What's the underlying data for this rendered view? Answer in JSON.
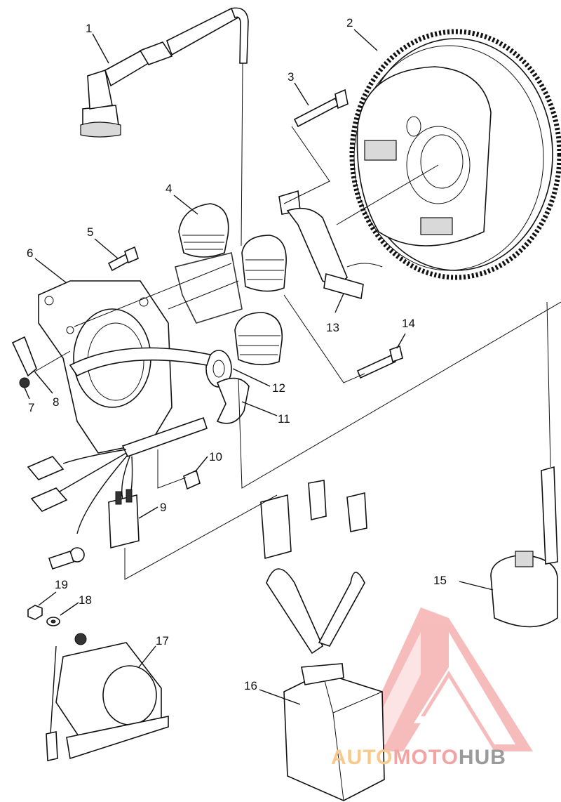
{
  "diagram": {
    "callouts": [
      {
        "id": "1",
        "text": "1"
      },
      {
        "id": "2",
        "text": "2"
      },
      {
        "id": "3",
        "text": "3"
      },
      {
        "id": "4",
        "text": "4"
      },
      {
        "id": "5",
        "text": "5"
      },
      {
        "id": "6",
        "text": "6"
      },
      {
        "id": "7",
        "text": "7"
      },
      {
        "id": "8",
        "text": "8"
      },
      {
        "id": "9",
        "text": "9"
      },
      {
        "id": "10",
        "text": "10"
      },
      {
        "id": "11",
        "text": "11"
      },
      {
        "id": "12",
        "text": "12"
      },
      {
        "id": "13",
        "text": "13"
      },
      {
        "id": "14",
        "text": "14"
      },
      {
        "id": "15",
        "text": "15"
      },
      {
        "id": "16",
        "text": "16"
      },
      {
        "id": "17",
        "text": "17"
      },
      {
        "id": "18",
        "text": "18"
      },
      {
        "id": "19",
        "text": "19"
      }
    ]
  },
  "watermark": {
    "part1": "AUTO",
    "part2": "MOTO",
    "part3": "HUB",
    "colors": {
      "logo": "#f2a0a0",
      "part1": "#f7c98a",
      "part2": "#f4a3a3",
      "part3": "#9a9a9a"
    }
  }
}
